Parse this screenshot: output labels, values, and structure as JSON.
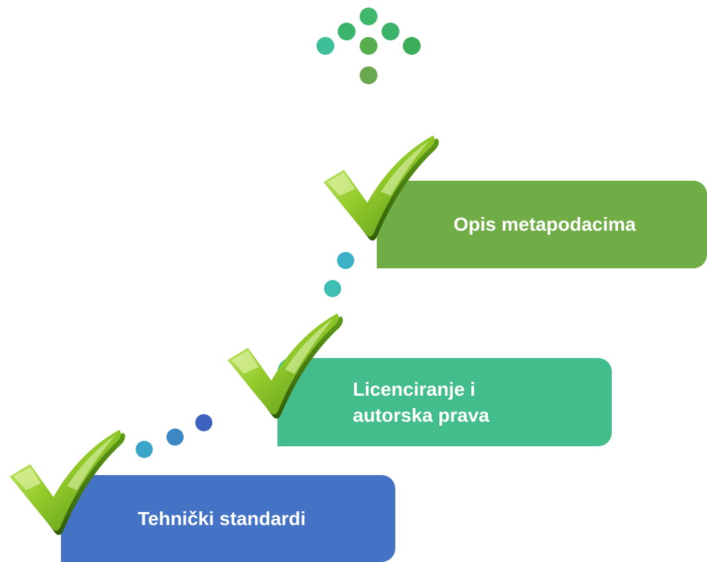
{
  "steps": [
    {
      "label": "Tehnički standardi",
      "color": "#4472c4"
    },
    {
      "label": "Licenciranje i\nautorska prava",
      "color": "#44bd8c"
    },
    {
      "label": "Opis metapodacima",
      "color": "#70ad47"
    }
  ],
  "check_icon": "checkmark-icon",
  "arrow_icon": "dotted-up-arrow-icon",
  "arrow_colors": [
    "#3cb371",
    "#4caf50",
    "#6aa84f"
  ],
  "connector_colors": [
    "#38a8c8",
    "#3a8fc4",
    "#3c6bc0",
    "#3bbfb0"
  ]
}
